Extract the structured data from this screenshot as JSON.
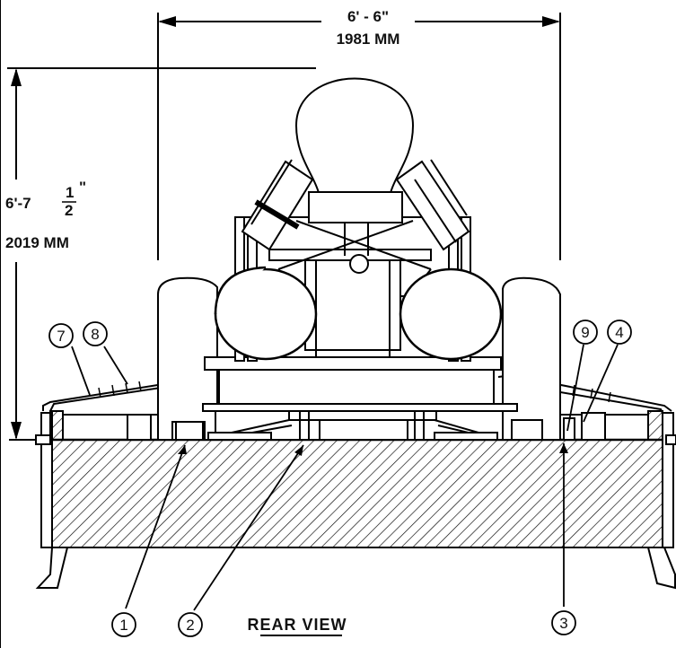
{
  "title": "REAR VIEW",
  "width_dimension": {
    "feet_inches": "6' - 6\"",
    "millimeters": "1981 MM"
  },
  "height_dimension": {
    "feet_inches": "6'-7",
    "fraction_num": "1",
    "fraction_den": "2",
    "inch_mark": "\"",
    "millimeters": "2019 MM"
  },
  "callouts": [
    "1",
    "2",
    "3",
    "4",
    "7",
    "8",
    "9"
  ]
}
